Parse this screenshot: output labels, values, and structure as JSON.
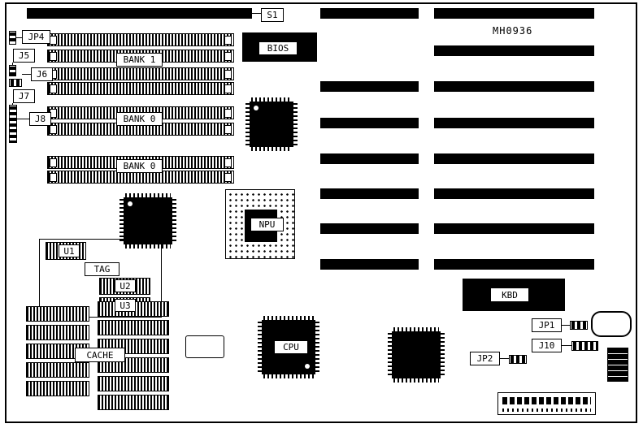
{
  "diagram": {
    "part_number": "MH0936",
    "colors": {
      "ink": "#000000",
      "paper": "#ffffff"
    },
    "labels": {
      "s1": "S1",
      "jp4": "JP4",
      "j5": "J5",
      "j6": "J6",
      "j7": "J7",
      "j8": "J8",
      "bank1": "BANK 1",
      "bank0_a": "BANK 0",
      "bank0_b": "BANK 0",
      "bios": "BIOS",
      "npu": "NPU",
      "tag": "TAG",
      "u1": "U1",
      "u2": "U2",
      "u3": "U3",
      "cache": "CACHE",
      "cpu": "CPU",
      "kbd": "KBD",
      "jp1": "JP1",
      "jp2": "JP2",
      "j10": "J10"
    }
  }
}
